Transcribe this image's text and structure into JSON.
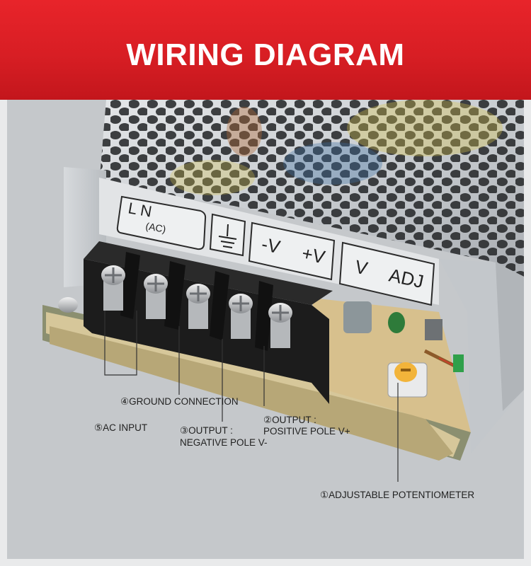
{
  "header": {
    "title": "WIRING DIAGRAM"
  },
  "terminal_labels": {
    "ln": "L  N",
    "ac": "(AC)",
    "neg_v": "-V",
    "pos_v": "+V",
    "v": "V",
    "adj": "ADJ"
  },
  "callouts": {
    "adjustable_potentiometer": "①ADJUSTABLE POTENTIOMETER",
    "output_positive_line1": "②OUTPUT :",
    "output_positive_line2": "POSITIVE POLE V+",
    "output_negative_line1": "③OUTPUT :",
    "output_negative_line2": "NEGATIVE POLE V-",
    "ground_connection": "④GROUND CONNECTION",
    "ac_input": "⑤AC INPUT"
  },
  "colors": {
    "banner_red": "#d81e24",
    "terminal_block": "#1c1c1c",
    "pcb": "#cdb98a",
    "potentiometer": "#f2b43a"
  }
}
